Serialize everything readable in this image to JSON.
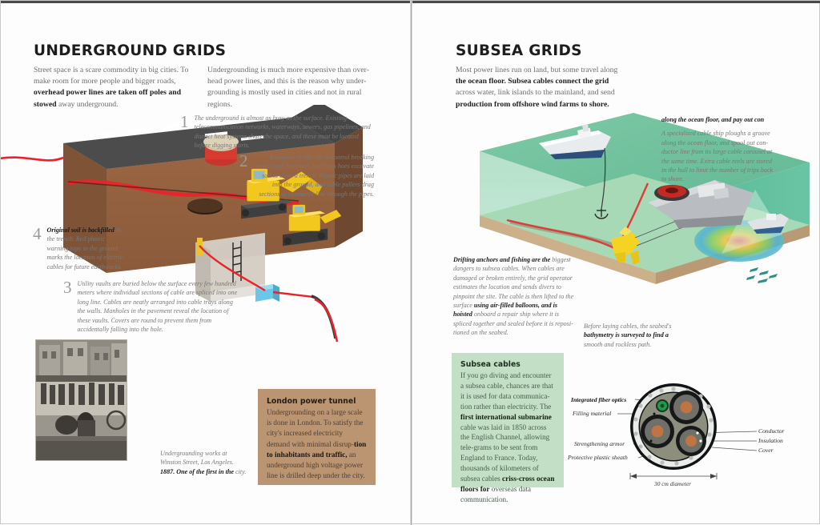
{
  "left_page": {
    "title": "UNDERGROUND GRIDS",
    "intro_col1_html": "Street space is a scare commodity in big cities. To make room for more people and bigger roads, <b>overhead power lines are taken off poles and stowed</b> away underground.",
    "intro_col2_html": "Undergrounding is much more expensive than over-head power lines, and this is the reason why under-grounding is mostly used in cities and not in rural regions.",
    "notes": [
      {
        "number": "1",
        "text_html": "The underground is almost as busy as the surface. Existing telecommunication networks, waterways, sewers, gas pipelines, and district heat systems share the space, and these must be located before digging starts."
      },
      {
        "number": "2",
        "text_html": "Pavement is saw cut to control breaking under jack hammers, and back hoes excavate soil to clear a trench. Plastic pipes are laid into the ground, and cable pullers drag sections of conductor line through the pipes."
      },
      {
        "number": "3",
        "text_html": "Utility vaults are buried below the surface every few hundred meters where individual sections of cable are spliced into one long line. Cables are neatly arranged into cable trays along the walls. Manholes in the pavement reveal the location of these vaults. Covers are round to prevent them from accidentally falling into the hole."
      },
      {
        "number": "4",
        "text_html": "<b>Original soil is backfilled</b> in the trench. Red plastic warning tape in the ground marks the location of electric cables for future earthworks."
      }
    ],
    "photo_caption_html": "Undergrounding works at Winston Street, Los Angeles. <b>1887. One of the first in the</b> city.",
    "london_box": {
      "title": "London power tunnel",
      "text_html": "Undergrounding on a large scale is done in London. To satisfy the city's increased electricity demand with minimal disrup-<b>tion to inhabitants and traffic,</b> an underground high voltage power line is drilled deep under the city."
    }
  },
  "right_page": {
    "title": "SUBSEA GRIDS",
    "intro_html": "Most power lines run on land, but some travel along <b>the ocean floor. Subsea cables connect the grid</b> across water, link islands to the mainland, and send <b>production from offshore wind farms to shore.</b>",
    "note_ship": {
      "lead": "along the ocean floor, and pay out con",
      "text_html": "A specialized cable ship ploughs a groove along the ocean floor, and spool out con-ductor line from its large cable carousel at the same time. Extra cable reels are stored in the hull to limit the number of trips back to shore."
    },
    "note_anchors_html": "<b>Drifting anchors and fishing are the</b> biggest dangers to subsea cables. When cables are damaged or broken entirely, the grid operator estimates the location and sends divers to pinpoint the site. The cable is then lifted to the surface <b>using air-filled balloons, and is hoisted</b> onboard a repair ship where it is spliced together and sealed before it is reposi-tioned on the seabed.",
    "note_bathy_html": "Before laying cables, the seabed's <b>bathymetry is surveyed to find a</b> smooth and rockless path.",
    "subsea_box": {
      "title": "Subsea cables",
      "text_html": "If you go diving and encounter a subsea cable, chances are that it is used for data communica-tion rather than electricity. The <b>first international submarine</b> cable was laid in 1850 across the English Channel, allowing tele-grams to be sent from England to France. Today, thousands of kilometers of subsea cables <b>criss-cross ocean floors for</b> overseas data communication."
    },
    "cable_diagram": {
      "labels_left": [
        {
          "text": "Integrated fiber optics",
          "bold": true
        },
        {
          "text": "Filling material",
          "bold": false
        },
        {
          "text": "Strengthening armor",
          "bold": false
        },
        {
          "text": "Protective plastic sheath",
          "bold": false
        }
      ],
      "labels_right": [
        {
          "text": "Conductor",
          "bold": false
        },
        {
          "text": "Insulation",
          "bold": false
        },
        {
          "text": "Cover",
          "bold": false
        }
      ],
      "scale_label": "30 cm diameter"
    }
  },
  "colors": {
    "london_box_bg": "#bb9572",
    "subsea_box_bg": "#c3e0c6",
    "cable_red": "#e8242a",
    "road_asphalt": "#4a4a4a",
    "soil_brown": "#96613f",
    "water_green": "#8fcfb0",
    "excavator_yellow": "#e8c11a"
  }
}
